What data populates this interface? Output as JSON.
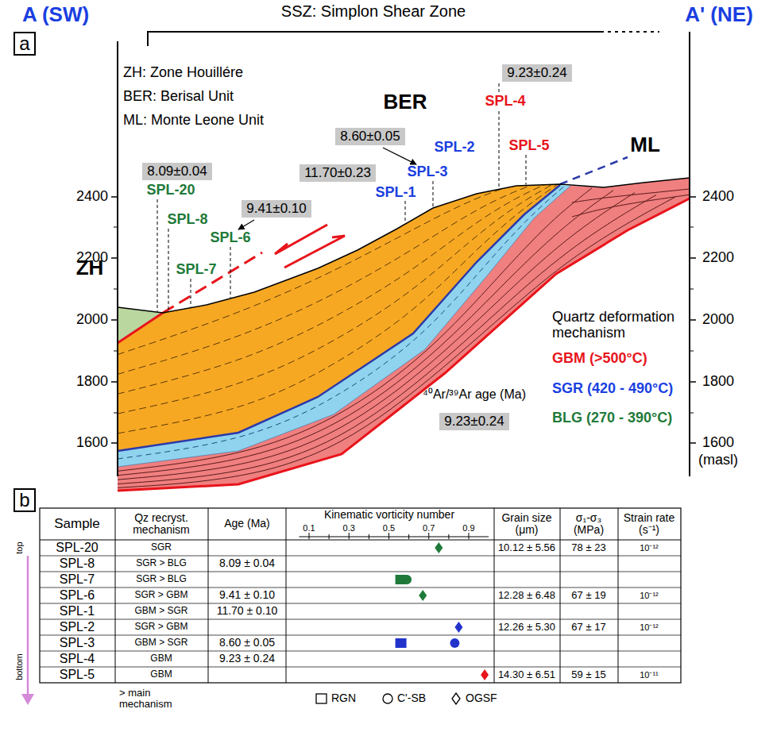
{
  "diagram": {
    "nodes": [
      {
        "text": [
          "a"
        ]
      },
      {
        "text": [
          "9.23±0.24"
        ]
      },
      {
        "text": [
          "8.60±0.05"
        ]
      },
      {
        "text": [
          "11.70±0.23"
        ]
      },
      {
        "text": [
          "8.09±0.04"
        ]
      },
      {
        "text": [
          "9.41±0.10"
        ]
      },
      {
        "text": [
          "9.23±0.24"
        ]
      },
      {
        "text": [
          "b"
        ]
      }
    ],
    "labels": [
      "A (SW)",
      "A' (NE)",
      "SSZ: Simplon Shear Zone",
      "ZH: Zone Houillére",
      "BER: Berisal Unit",
      "ML: Monte Leone Unit",
      "2400",
      "2200",
      "2000",
      "1800",
      "1600",
      "2400",
      "2200",
      "2000",
      "1800",
      "1600",
      "(masl)",
      "ZH",
      "BER",
      "ML",
      "SPL-20",
      "SPL-8",
      "SPL-6",
      "SPL-7",
      "SPL-1",
      "SPL-3",
      "SPL-2",
      "SPL-4",
      "SPL-5",
      "Quartz deformation mechanism",
      "GBM (>500°C)",
      "SGR (420 - 490°C)",
      "BLG (270 - 390°C)",
      "⁴⁰Ar/³⁹Ar age (Ma)",
      "Sample",
      "Qz recryst. mechanism",
      "Age (Ma)",
      "Kinematic vorticity number",
      "0.1",
      "0.3",
      "0.5",
      "0.7",
      "0.9",
      "Grain size (μm)",
      "σ₁-σ₃ (MPa)",
      "Strain rate (s⁻¹)",
      "SPL-20",
      "SGR",
      "10.12 ± 5.56",
      "78 ± 23",
      "10⁻¹²",
      "SPL-8",
      "SGR > BLG",
      "8.09 ± 0.04",
      "SPL-7",
      "SGR > BLG",
      "SPL-6",
      "SGR > GBM",
      "9.41 ± 0.10",
      "12.28 ± 6.48",
      "67 ± 19",
      "10⁻¹²",
      "SPL-1",
      "GBM > SGR",
      "11.70 ± 0.10",
      "SPL-2",
      "SGR > GBM",
      "12.26 ± 5.30",
      "67 ± 17",
      "10⁻¹²",
      "SPL-3",
      "GBM > SGR",
      "8.60 ± 0.05",
      "SPL-4",
      "GBM",
      "9.23 ± 0.24",
      "SPL-5",
      "GBM",
      "14.30 ± 6.51",
      "59 ± 15",
      "10⁻¹¹",
      "top",
      "bottom",
      "> main mechanism"
    ],
    "legend": [
      {
        "text": "RGN"
      },
      {
        "text": "C'-SB"
      },
      {
        "text": "OGSF"
      }
    ]
  }
}
